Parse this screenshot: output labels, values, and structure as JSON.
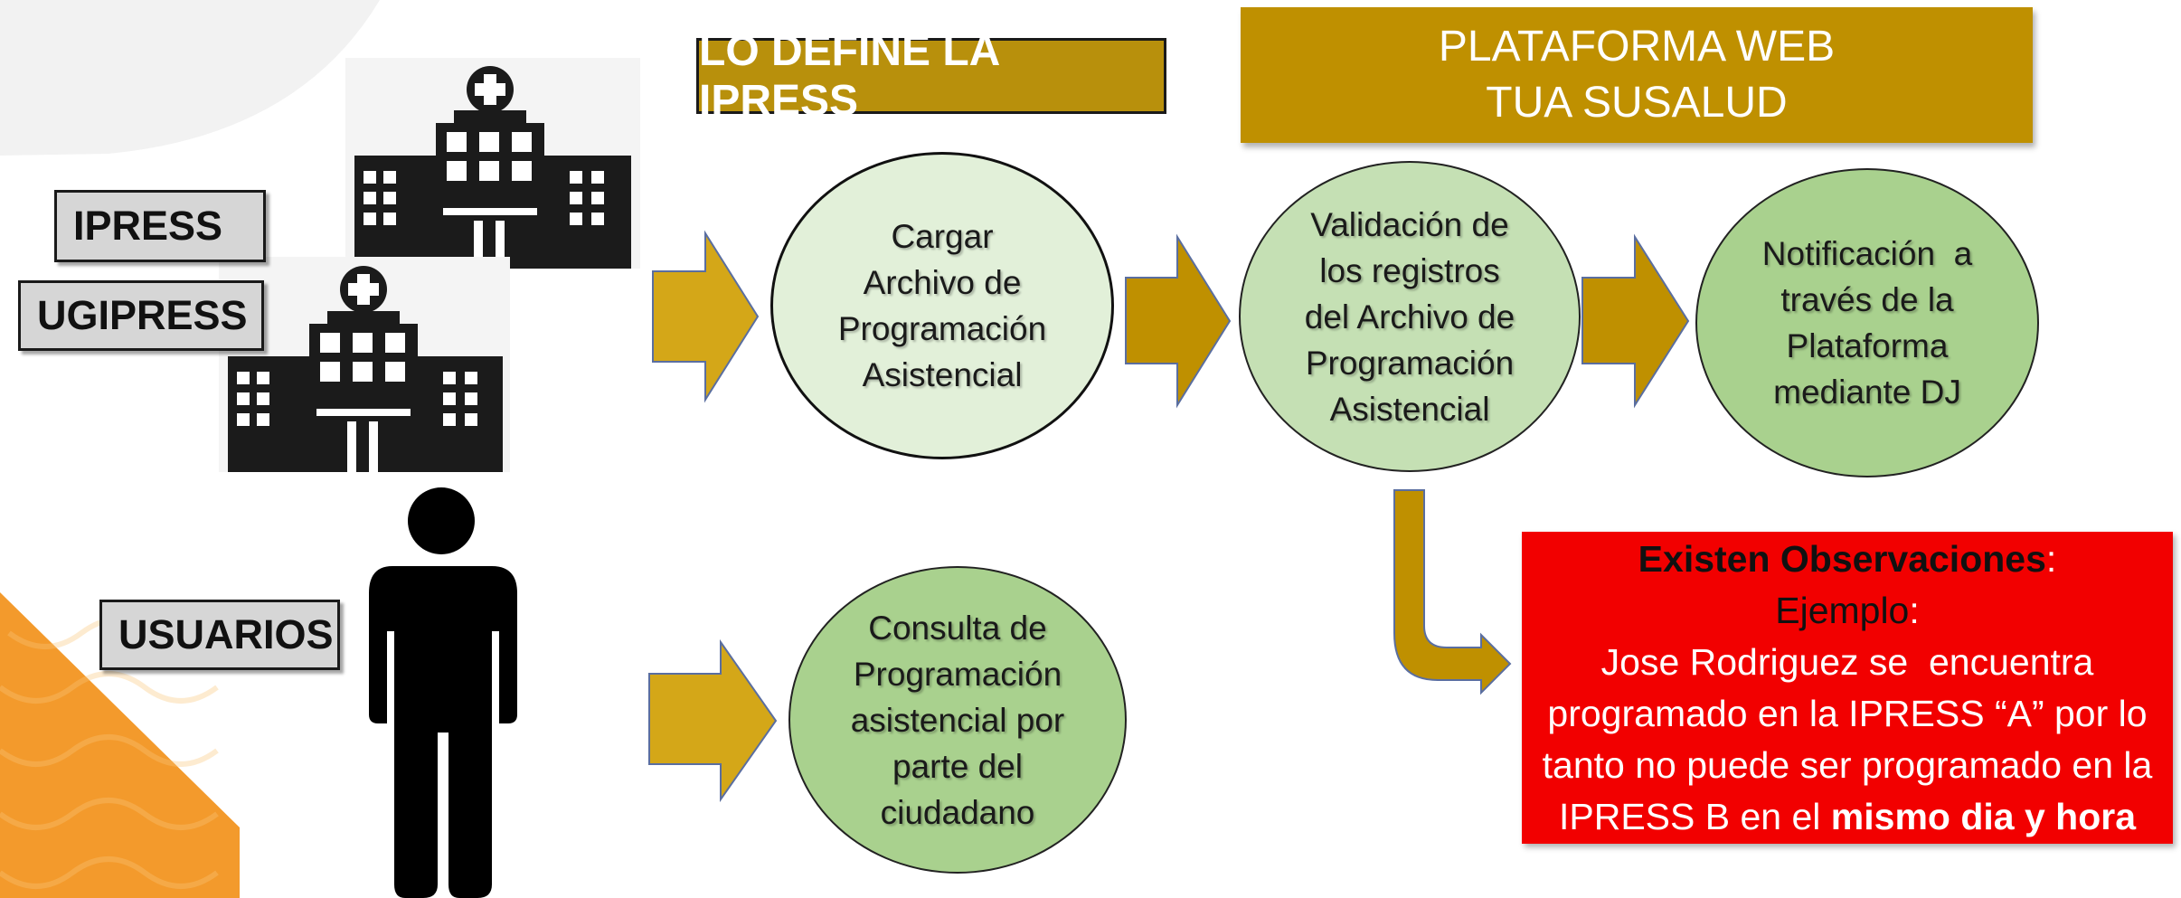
{
  "labels": {
    "ipress": "IPRESS",
    "ugipress": "UGIPRESS",
    "usuarios": "USUARIOS",
    "define": "LO DEFINE LA IPRESS"
  },
  "platform": {
    "line1": "PLATAFORMA WEB",
    "line2": "TUA SUSALUD"
  },
  "steps": {
    "cargar": [
      "Cargar",
      "Archivo de",
      "Programación",
      "Asistencial"
    ],
    "validacion": [
      "Validación de",
      "los registros",
      "del Archivo de",
      "Programación",
      "Asistencial"
    ],
    "notificacion": [
      "Notificación  a",
      "través de la",
      "Plataforma",
      "mediante DJ"
    ],
    "consulta": [
      "Consulta de",
      "Programación",
      "asistencial por",
      "parte del",
      "ciudadano"
    ]
  },
  "observations": {
    "title": "Existen Observaciones",
    "title_colon": ":",
    "example_label": "Ejemplo",
    "example_colon": ":",
    "line1": "Jose Rodriguez se  encuentra",
    "line2": "programado en la IPRESS “A” por lo",
    "line3": "tanto no puede ser programado en la",
    "line4_plain": "IPRESS B en el ",
    "line4_bold": "mismo dia y hora"
  },
  "colors": {
    "gold": "#bf9000",
    "gold_light": "#d4a718",
    "circle_light": "#e2f0d9",
    "circle_mid": "#c5e0b4",
    "circle_green": "#a9d18e",
    "alert_red": "#f20000",
    "orange": "#f39a2c"
  },
  "icons": [
    "hospital-icon",
    "hospital-icon",
    "person-icon",
    "arrow-right-icon",
    "curved-arrow-icon"
  ]
}
